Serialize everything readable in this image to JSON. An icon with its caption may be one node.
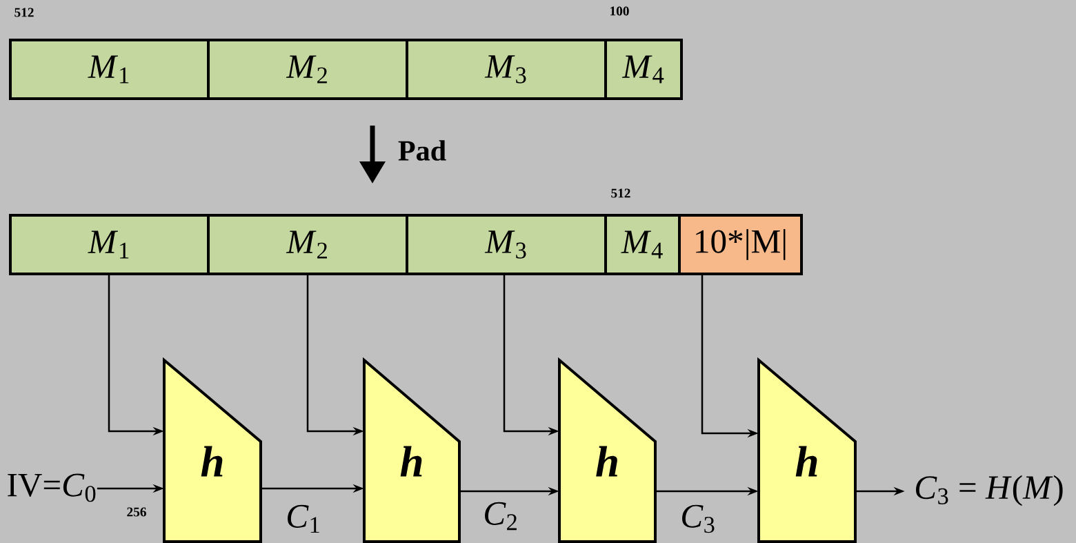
{
  "diagram": {
    "nodes": [
      {
        "text": [
          "*M*$_{1}$"
        ]
      },
      {
        "text": [
          "*M*$_{2}$"
        ]
      },
      {
        "text": [
          "*M*$_{3}$"
        ]
      },
      {
        "text": [
          "*M*$_{4}$"
        ]
      },
      {
        "text": [
          "*M*$_{1}$"
        ]
      },
      {
        "text": [
          "*M*$_{2}$"
        ]
      },
      {
        "text": [
          "*M*$_{3}$"
        ]
      },
      {
        "text": [
          "*M*$_{4}$"
        ]
      },
      {
        "text": [
          "10*|M|"
        ]
      },
      {
        "text": [
          "h"
        ]
      },
      {
        "text": [
          "h"
        ]
      },
      {
        "text": [
          "h"
        ]
      },
      {
        "text": [
          "h"
        ]
      },
      {
        "text": [
          "IV=*C*$_{0}$"
        ]
      },
      {
        "text": [
          "*C*$_{3}$ = *H*(*M*)"
        ]
      }
    ],
    "edges": [
      {
        "from": 1,
        "to": 5,
        "arrow": "to",
        "label": "Pad",
        "style": "thick"
      },
      {
        "from": 4,
        "to": 9,
        "arrow": "to"
      },
      {
        "from": 5,
        "to": 10,
        "arrow": "to"
      },
      {
        "from": 6,
        "to": 11,
        "arrow": "to"
      },
      {
        "from": 8,
        "to": 12,
        "arrow": "to"
      },
      {
        "from": 13,
        "to": 9,
        "arrow": "to",
        "label": "256"
      },
      {
        "from": 9,
        "to": 10,
        "arrow": "to",
        "label": "*C*$_{1}$"
      },
      {
        "from": 10,
        "to": 11,
        "arrow": "to",
        "label": "*C*$_{2}$"
      },
      {
        "from": 11,
        "to": 12,
        "arrow": "to",
        "label": "*C*$_{3}$"
      },
      {
        "from": 12,
        "to": 14,
        "arrow": "to"
      }
    ],
    "labels": [
      "512",
      "100",
      "512"
    ]
  }
}
